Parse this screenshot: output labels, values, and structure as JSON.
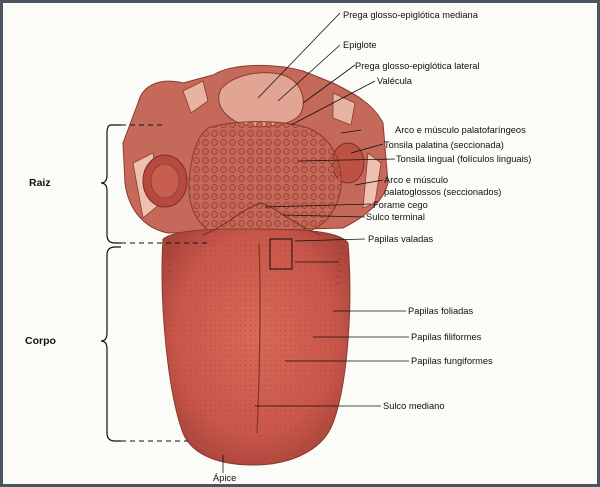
{
  "regions": {
    "raiz": "Raiz",
    "corpo": "Corpo"
  },
  "labels": {
    "prega_mediana": "Prega glosso-epiglótica mediana",
    "epiglote": "Epiglote",
    "prega_lateral": "Prega glosso-epiglótica lateral",
    "valecula": "Valécula",
    "arco_palatofaringeo": "Arco e músculo palatofaríngeos",
    "tonsila_palatina": "Tonsila palatina (seccionada)",
    "tonsila_lingual": "Tonsila lingual (folículos linguais)",
    "arco_palatoglosso_1": "Arco e músculo",
    "arco_palatoglosso_2": "palatoglossos (seccionados)",
    "forame_cego": "Forame cego",
    "sulco_terminal": "Sulco terminal",
    "papilas_valadas": "Papilas valadas",
    "papilas_foliadas": "Papilas foliadas",
    "papilas_filiformes": "Papilas filiformes",
    "papilas_fungiformes": "Papilas fungiformes",
    "sulco_mediano": "Sulco mediano",
    "apice": "Ápice"
  },
  "colors": {
    "tongue": "#c9574a",
    "tongue_dark": "#9e3a31",
    "tongue_light": "#e08a7a",
    "frame": "#4a5560"
  }
}
